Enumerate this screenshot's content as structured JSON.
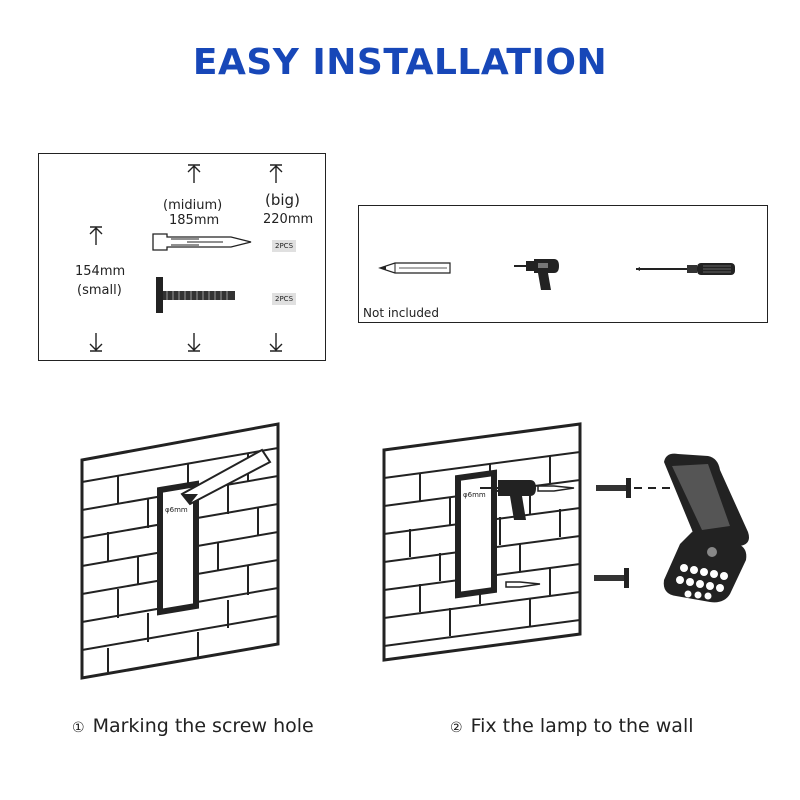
{
  "title": "EASY INSTALLATION",
  "colors": {
    "title": "#1747b8",
    "line": "#222222"
  },
  "parts": {
    "small_size": "154mm",
    "small_label": "(small)",
    "medium_label": "(midium)",
    "medium_size": "185mm",
    "big_label": "(big)",
    "big_size": "220mm",
    "anchor_qty": "2PCS",
    "screw_qty": "2PCS"
  },
  "tools": {
    "note": "Not included",
    "items": [
      "pencil-icon",
      "drill-icon",
      "screwdriver-icon"
    ]
  },
  "steps": [
    {
      "num": "①",
      "text": "Marking the screw hole",
      "template_label": "φ6mm"
    },
    {
      "num": "②",
      "text": "Fix the lamp to the wall",
      "template_label": "φ6mm"
    }
  ]
}
